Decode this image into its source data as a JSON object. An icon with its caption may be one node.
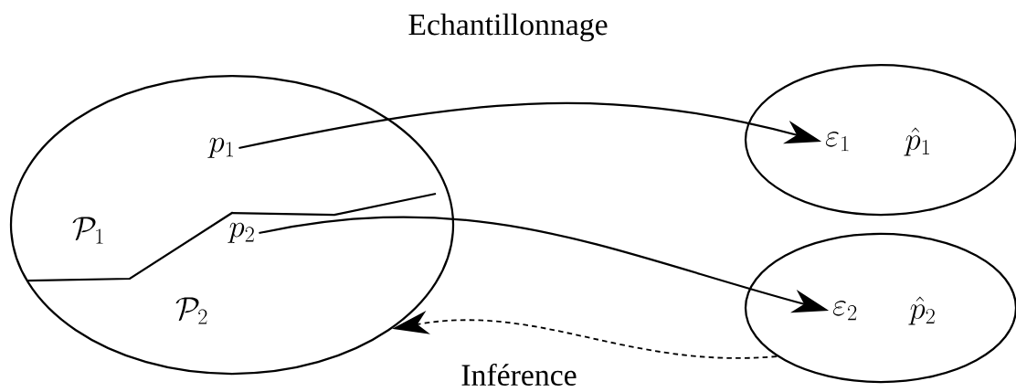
{
  "diagram": {
    "title": "Echantillonnage",
    "nodes": [
      {
        "text": [],
        "shape": "ellipse"
      },
      {
        "text": [
          "p_1"
        ],
        "in": 0
      },
      {
        "text": [
          "\\mathcal{P}_1"
        ],
        "in": 0
      },
      {
        "text": [
          "p_2"
        ],
        "in": 0
      },
      {
        "text": [
          "\\mathcal{P}_2"
        ],
        "in": 0
      },
      {
        "text": [],
        "shape": "ellipse"
      },
      {
        "text": [
          "\\varepsilon_1"
        ],
        "in": 5
      },
      {
        "text": [
          "\\hat{p}_1"
        ],
        "in": 5
      },
      {
        "text": [],
        "shape": "ellipse"
      },
      {
        "text": [
          "\\varepsilon_2"
        ],
        "in": 8
      },
      {
        "text": [
          "\\hat{p}_2"
        ],
        "in": 8
      }
    ],
    "edges": [
      {
        "from": 1,
        "to": 6,
        "arrow": "to"
      },
      {
        "from": 3,
        "to": 9,
        "arrow": "to"
      },
      {
        "from": 8,
        "to": 0,
        "arrow": "to",
        "style": "dashed",
        "label": "Inférence"
      }
    ]
  }
}
